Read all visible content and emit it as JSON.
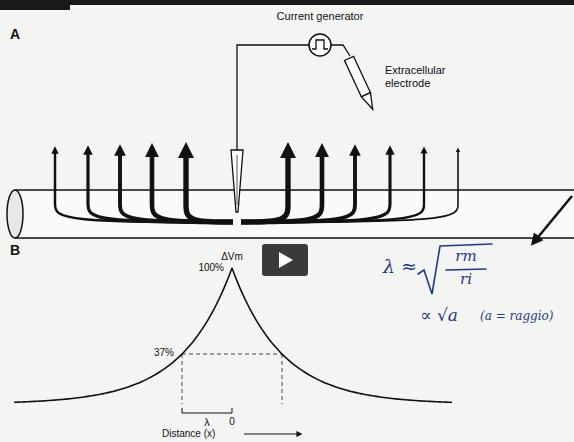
{
  "diagram": {
    "labels": [
      "A",
      "Current generator",
      "Extracellular electrode",
      "B",
      "ΔVm",
      "100%",
      "37%",
      "λ",
      "0",
      "Distance (x)",
      "λ ≈",
      "rm",
      "ri",
      "∝ √a",
      "(a = raggio)"
    ]
  }
}
